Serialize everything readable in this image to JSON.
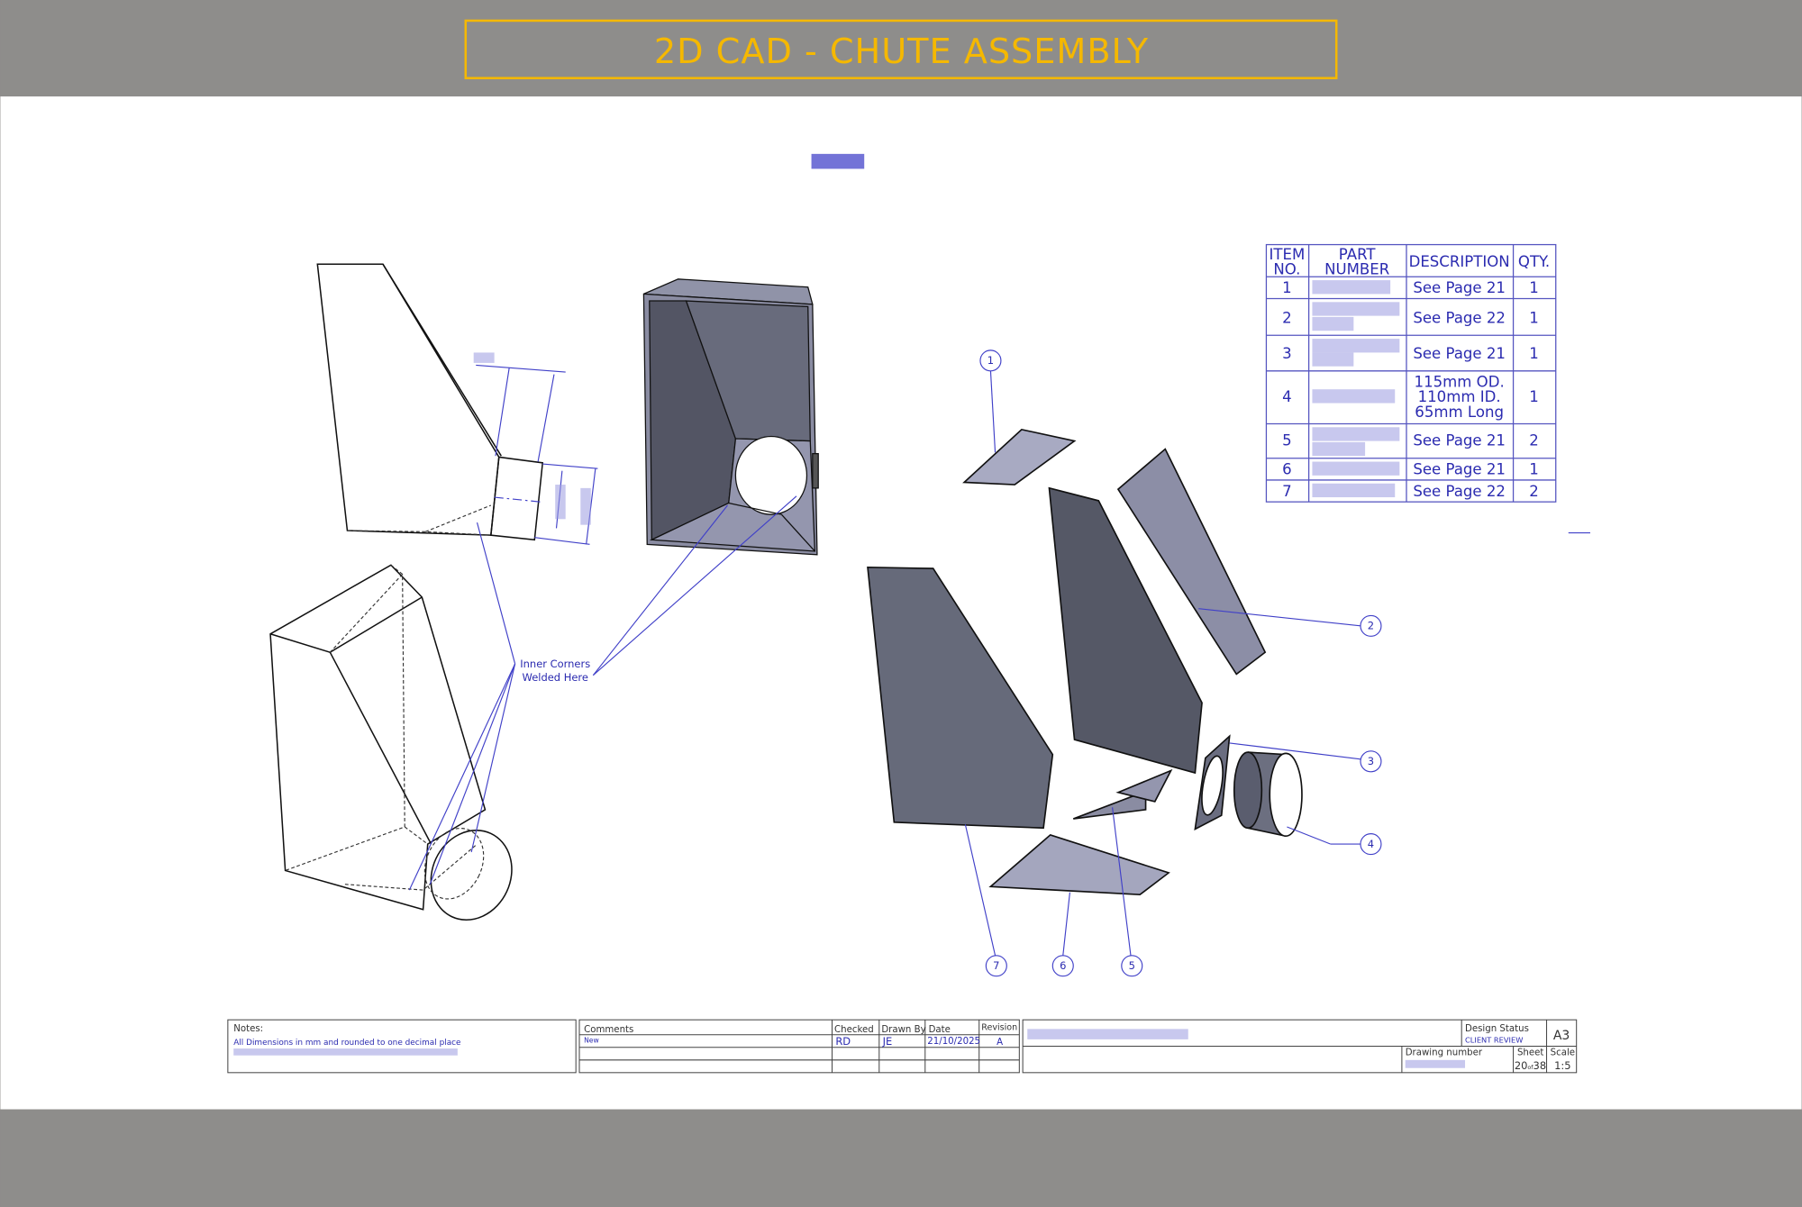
{
  "banner": {
    "title": "2D CAD - CHUTE ASSEMBLY",
    "bg_color": "#8e8d8b",
    "accent_color": "#f5b800"
  },
  "drawing": {
    "annotation": [
      "Inner Corners",
      "Welded Here"
    ],
    "balloons": [
      "1",
      "2",
      "3",
      "4",
      "5",
      "6",
      "7"
    ]
  },
  "bom": {
    "headers": {
      "item": [
        "ITEM",
        "NO."
      ],
      "part": [
        "PART",
        "NUMBER"
      ],
      "description": "DESCRIPTION",
      "qty": "QTY."
    },
    "rows": [
      {
        "item": "1",
        "description": [
          "See Page 21"
        ],
        "qty": "1"
      },
      {
        "item": "2",
        "description": [
          "See Page 22"
        ],
        "qty": "1"
      },
      {
        "item": "3",
        "description": [
          "See Page 21"
        ],
        "qty": "1"
      },
      {
        "item": "4",
        "description": [
          "115mm OD.",
          "110mm ID.",
          "65mm Long"
        ],
        "qty": "1"
      },
      {
        "item": "5",
        "description": [
          "See Page 21"
        ],
        "qty": "2"
      },
      {
        "item": "6",
        "description": [
          "See Page 21"
        ],
        "qty": "1"
      },
      {
        "item": "7",
        "description": [
          "See Page 22"
        ],
        "qty": "2"
      }
    ]
  },
  "title_block": {
    "notes_label": "Notes:",
    "notes_text": "All Dimensions in mm and rounded to one decimal place",
    "comments_label": "Comments",
    "checked_label": "Checked",
    "drawn_by_label": "Drawn By",
    "date_label": "Date",
    "revision_label": "Revision",
    "comment_1": "New",
    "checked": "RD",
    "drawn_by": "JE",
    "date": "21/10/2025",
    "revision": "A",
    "design_status_label": "Design Status",
    "design_status": "CLIENT REVIEW",
    "paper_size": "A3",
    "drawing_number_label": "Drawing number",
    "sheet_label": "Sheet",
    "sheet_no": "20",
    "sheet_of": "of",
    "sheet_total": "38",
    "scale_label": "Scale",
    "scale": "1:5"
  }
}
